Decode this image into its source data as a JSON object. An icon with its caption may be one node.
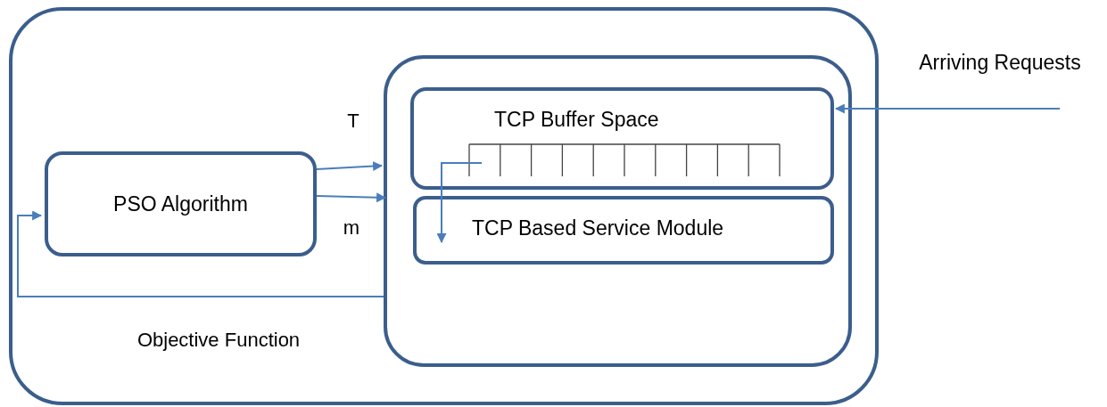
{
  "diagram": {
    "nodes": [
      {
        "text": [],
        "shape": "box"
      },
      {
        "text": [
          "PSO Algorithm"
        ],
        "in": 0
      },
      {
        "text": [],
        "shape": "box",
        "in": 0
      },
      {
        "text": [
          "TCP Buffer Space"
        ],
        "in": 2
      },
      {
        "text": [
          "TCP Based Service Module"
        ],
        "in": 2
      },
      {
        "text": [
          "Arriving Requests"
        ]
      }
    ],
    "edges": [
      {
        "from": 1,
        "to": 2,
        "arrow": "to",
        "label": "T"
      },
      {
        "from": 1,
        "to": 2,
        "arrow": "to",
        "label": "m"
      },
      {
        "from": 2,
        "to": 1,
        "arrow": "to",
        "label": "Objective Function"
      },
      {
        "from": 3,
        "to": 4,
        "arrow": "to"
      },
      {
        "from": 5,
        "to": 3,
        "arrow": "to"
      }
    ]
  }
}
